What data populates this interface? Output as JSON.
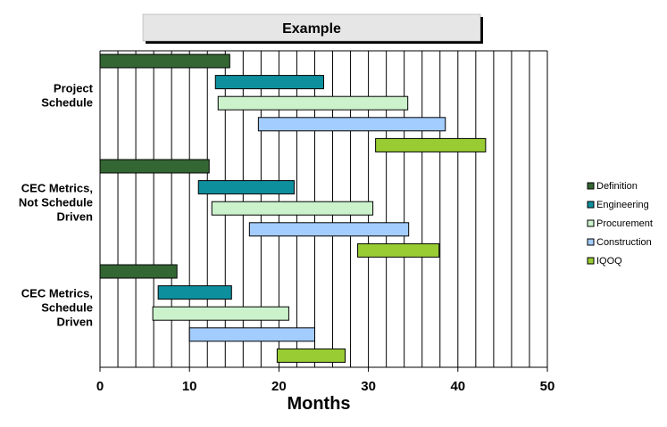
{
  "chart_data": {
    "type": "bar",
    "orientation": "horizontal-gantt",
    "title": "Example",
    "xlabel": "Months",
    "ylabel": "",
    "xlim": [
      0,
      50
    ],
    "x_ticks": [
      0,
      10,
      20,
      30,
      40,
      50
    ],
    "x_tick_labels": [
      "0",
      "10",
      "20",
      "30",
      "40",
      "50"
    ],
    "minor_grid_step": 2,
    "grid": true,
    "legend_position": "right",
    "groups": [
      {
        "label_lines": [
          "Project",
          "Schedule"
        ]
      },
      {
        "label_lines": [
          "CEC Metrics,",
          "Not Schedule",
          "Driven"
        ]
      },
      {
        "label_lines": [
          "CEC Metrics,",
          "Schedule",
          "Driven"
        ]
      }
    ],
    "series": [
      {
        "name": "Definition",
        "color": "#336633",
        "ranges": [
          [
            0,
            14.5
          ],
          [
            0,
            12.2
          ],
          [
            0,
            8.6
          ]
        ]
      },
      {
        "name": "Engineering",
        "color": "#0e8f9e",
        "ranges": [
          [
            12.9,
            25.0
          ],
          [
            11.0,
            21.7
          ],
          [
            6.5,
            14.7
          ]
        ]
      },
      {
        "name": "Procurement",
        "color": "#ccf2cc",
        "ranges": [
          [
            13.2,
            34.4
          ],
          [
            12.5,
            30.5
          ],
          [
            5.9,
            21.1
          ]
        ]
      },
      {
        "name": "Construction",
        "color": "#a3ccff",
        "ranges": [
          [
            17.7,
            38.6
          ],
          [
            16.7,
            34.5
          ],
          [
            10.0,
            24.0
          ]
        ]
      },
      {
        "name": "IQOQ",
        "color": "#99cc33",
        "ranges": [
          [
            30.8,
            43.1
          ],
          [
            28.8,
            37.9
          ],
          [
            19.8,
            27.4
          ]
        ]
      }
    ]
  }
}
